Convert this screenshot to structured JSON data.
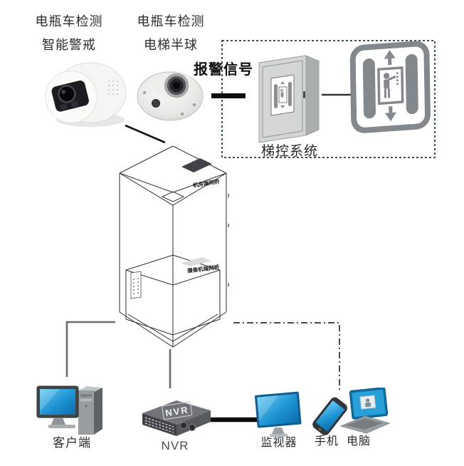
{
  "cameras": {
    "turret": {
      "title_line1": "电瓶车检测",
      "title_line2": "智能警戒"
    },
    "dome": {
      "title_line1": "电瓶车检测",
      "title_line2": "电梯半球"
    }
  },
  "alarm": {
    "label": "报警信号"
  },
  "elevator_control": {
    "label": "梯控系统"
  },
  "shaft": {
    "machine_room_bridge_label": "机房端网桥",
    "car_bridge_label": "摄像机端网桥"
  },
  "devices": {
    "client": {
      "label": "客户端"
    },
    "nvr": {
      "device_text": "NVR",
      "label": "NVR"
    },
    "monitor": {
      "label": "监视器"
    },
    "phone": {
      "label": "手机"
    },
    "laptop": {
      "label": "电脑"
    }
  },
  "colors": {
    "screen_blue": "#1e93d2",
    "screen_blue_light": "#63c9f2",
    "dashed_border": "#3f5050",
    "connector_black": "#111111",
    "connector_gray": "#6b6b6b",
    "device_gray": "#9aa0a3",
    "nvr_dark": "#3e4246",
    "sign_gray": "#83888c",
    "wireframe": "#2f2f2f"
  }
}
